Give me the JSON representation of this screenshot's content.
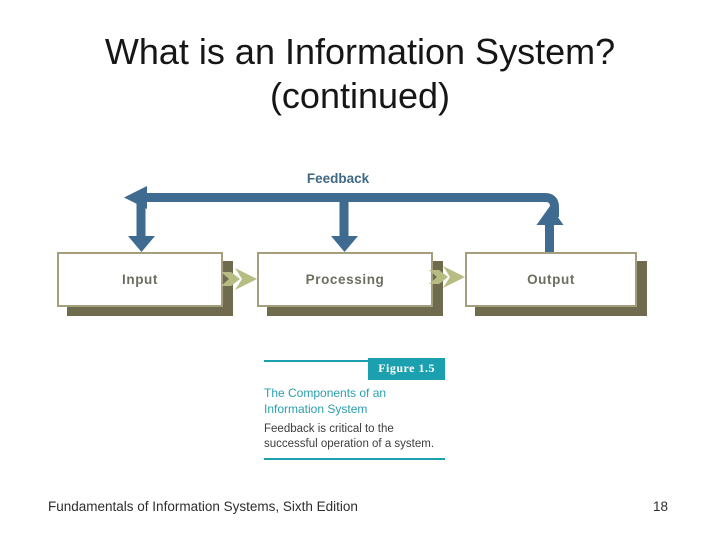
{
  "slide": {
    "title_line1": "What is an Information System?",
    "title_line2": "(continued)",
    "footer": "Fundamentals of Information Systems, Sixth Edition",
    "page_number": "18"
  },
  "diagram": {
    "feedback_label": "Feedback",
    "boxes": [
      {
        "label": "Input"
      },
      {
        "label": "Processing"
      },
      {
        "label": "Output"
      }
    ]
  },
  "figure": {
    "tag": "Figure 1.5",
    "title": "The Components of an\nInformation System",
    "description": "Feedback is critical to the\nsuccessful operation of a system."
  },
  "colors": {
    "arrow_blue": "#3e6b8f",
    "feedback_text": "#3f6885",
    "teal_accent": "#1ba0af",
    "chevron_olive": "#b7bc83",
    "box_border_tan": "#a49e7c",
    "box_shadow_olive": "#6f6b4f",
    "box_label_gray": "#6e6d60",
    "title_black": "#161616",
    "footer_gray": "#2e2e2e"
  }
}
